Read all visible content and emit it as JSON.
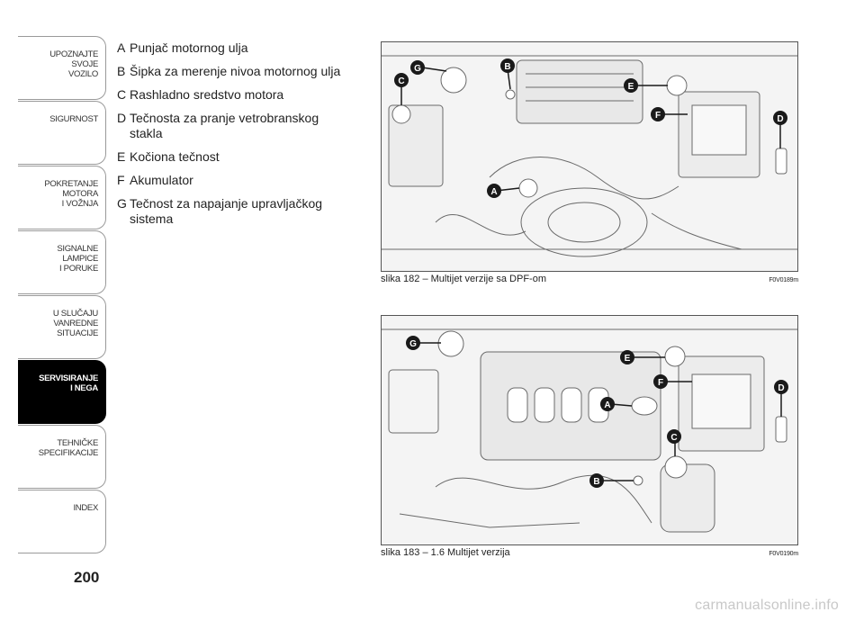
{
  "nav": {
    "tabs": [
      {
        "label": "UPOZNAJTE\nSVOJE\nVOZILO",
        "active": false
      },
      {
        "label": "SIGURNOST",
        "active": false
      },
      {
        "label": "POKRETANJE\nMOTORA\nI VOŽNJA",
        "active": false
      },
      {
        "label": "SIGNALNE\nLAMPICE\nI PORUKE",
        "active": false
      },
      {
        "label": "U SLUČAJU\nVANREDNE\nSITUACIJE",
        "active": false
      },
      {
        "label": "SERVISIRANJE\nI NEGA",
        "active": true
      },
      {
        "label": "TEHNIČKE\nSPECIFIKACIJE",
        "active": false
      },
      {
        "label": "INDEX",
        "active": false
      }
    ]
  },
  "page_number": "200",
  "legend": [
    {
      "letter": "A",
      "text": "Punjač motornog ulja"
    },
    {
      "letter": "B",
      "text": "Šipka za merenje nivoa motornog ulja"
    },
    {
      "letter": "C",
      "text": "Rashladno sredstvo motora"
    },
    {
      "letter": "D",
      "text": "Tečnosta za pranje vetrobranskog stakla"
    },
    {
      "letter": "E",
      "text": "Kočiona tečnost"
    },
    {
      "letter": "F",
      "text": "Akumulator"
    },
    {
      "letter": "G",
      "text": "Tečnost za napajanje upravljačkog sistema"
    }
  ],
  "figures": [
    {
      "caption": "slika 182 – Multijet verzije sa DPF-om",
      "code": "F0V0189m",
      "labels": [
        "G",
        "B",
        "C",
        "E",
        "F",
        "D",
        "A"
      ]
    },
    {
      "caption": "slika 183 – 1.6 Multijet verzija",
      "code": "F0V0190m",
      "labels": [
        "G",
        "E",
        "F",
        "D",
        "A",
        "C",
        "B"
      ]
    }
  ],
  "watermark": "carmanualsonline.info",
  "colors": {
    "tab_active_bg": "#000000",
    "callout": "#1a1a1a",
    "frame_bg": "#f4f4f4"
  }
}
